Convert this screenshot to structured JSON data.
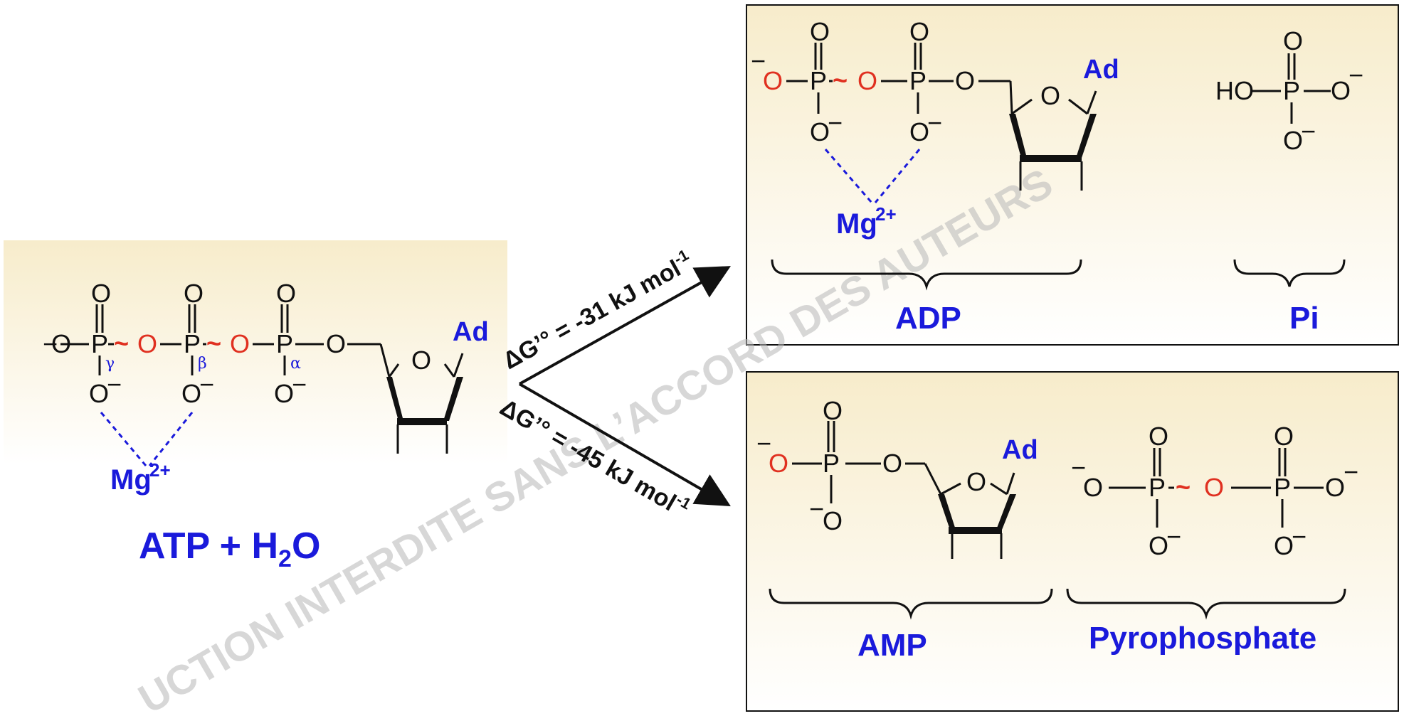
{
  "reactant": {
    "name": "ATP + H",
    "sub": "2",
    "name_end": "O",
    "ion": "Mg",
    "ion_charge": "2+",
    "ad": "Ad"
  },
  "greek": {
    "gamma": "γ",
    "beta": "β",
    "alpha": "α"
  },
  "atoms": {
    "O": "O",
    "P": "P",
    "HO": "HO",
    "minus": "−",
    "tilde": "~"
  },
  "reaction1": {
    "label": "ΔG’° = -31 kJ mol",
    "exp": "-1"
  },
  "reaction2": {
    "label": "ΔG’° = -45 kJ mol",
    "exp": "-1"
  },
  "products_top": {
    "left": "ADP",
    "right": "Pi",
    "ion": "Mg",
    "ion_charge": "2+",
    "ad": "Ad"
  },
  "products_bottom": {
    "left": "AMP",
    "right": "Pyrophosphate",
    "ad": "Ad"
  },
  "watermark": "UCTION INTERDITE SANS L’ACCORD DES AUTEURS",
  "colors": {
    "accent_blue": "#1a1adb",
    "bond_oxygen_red": "#e03020",
    "panel_gradient_top": "#f7eccb"
  }
}
